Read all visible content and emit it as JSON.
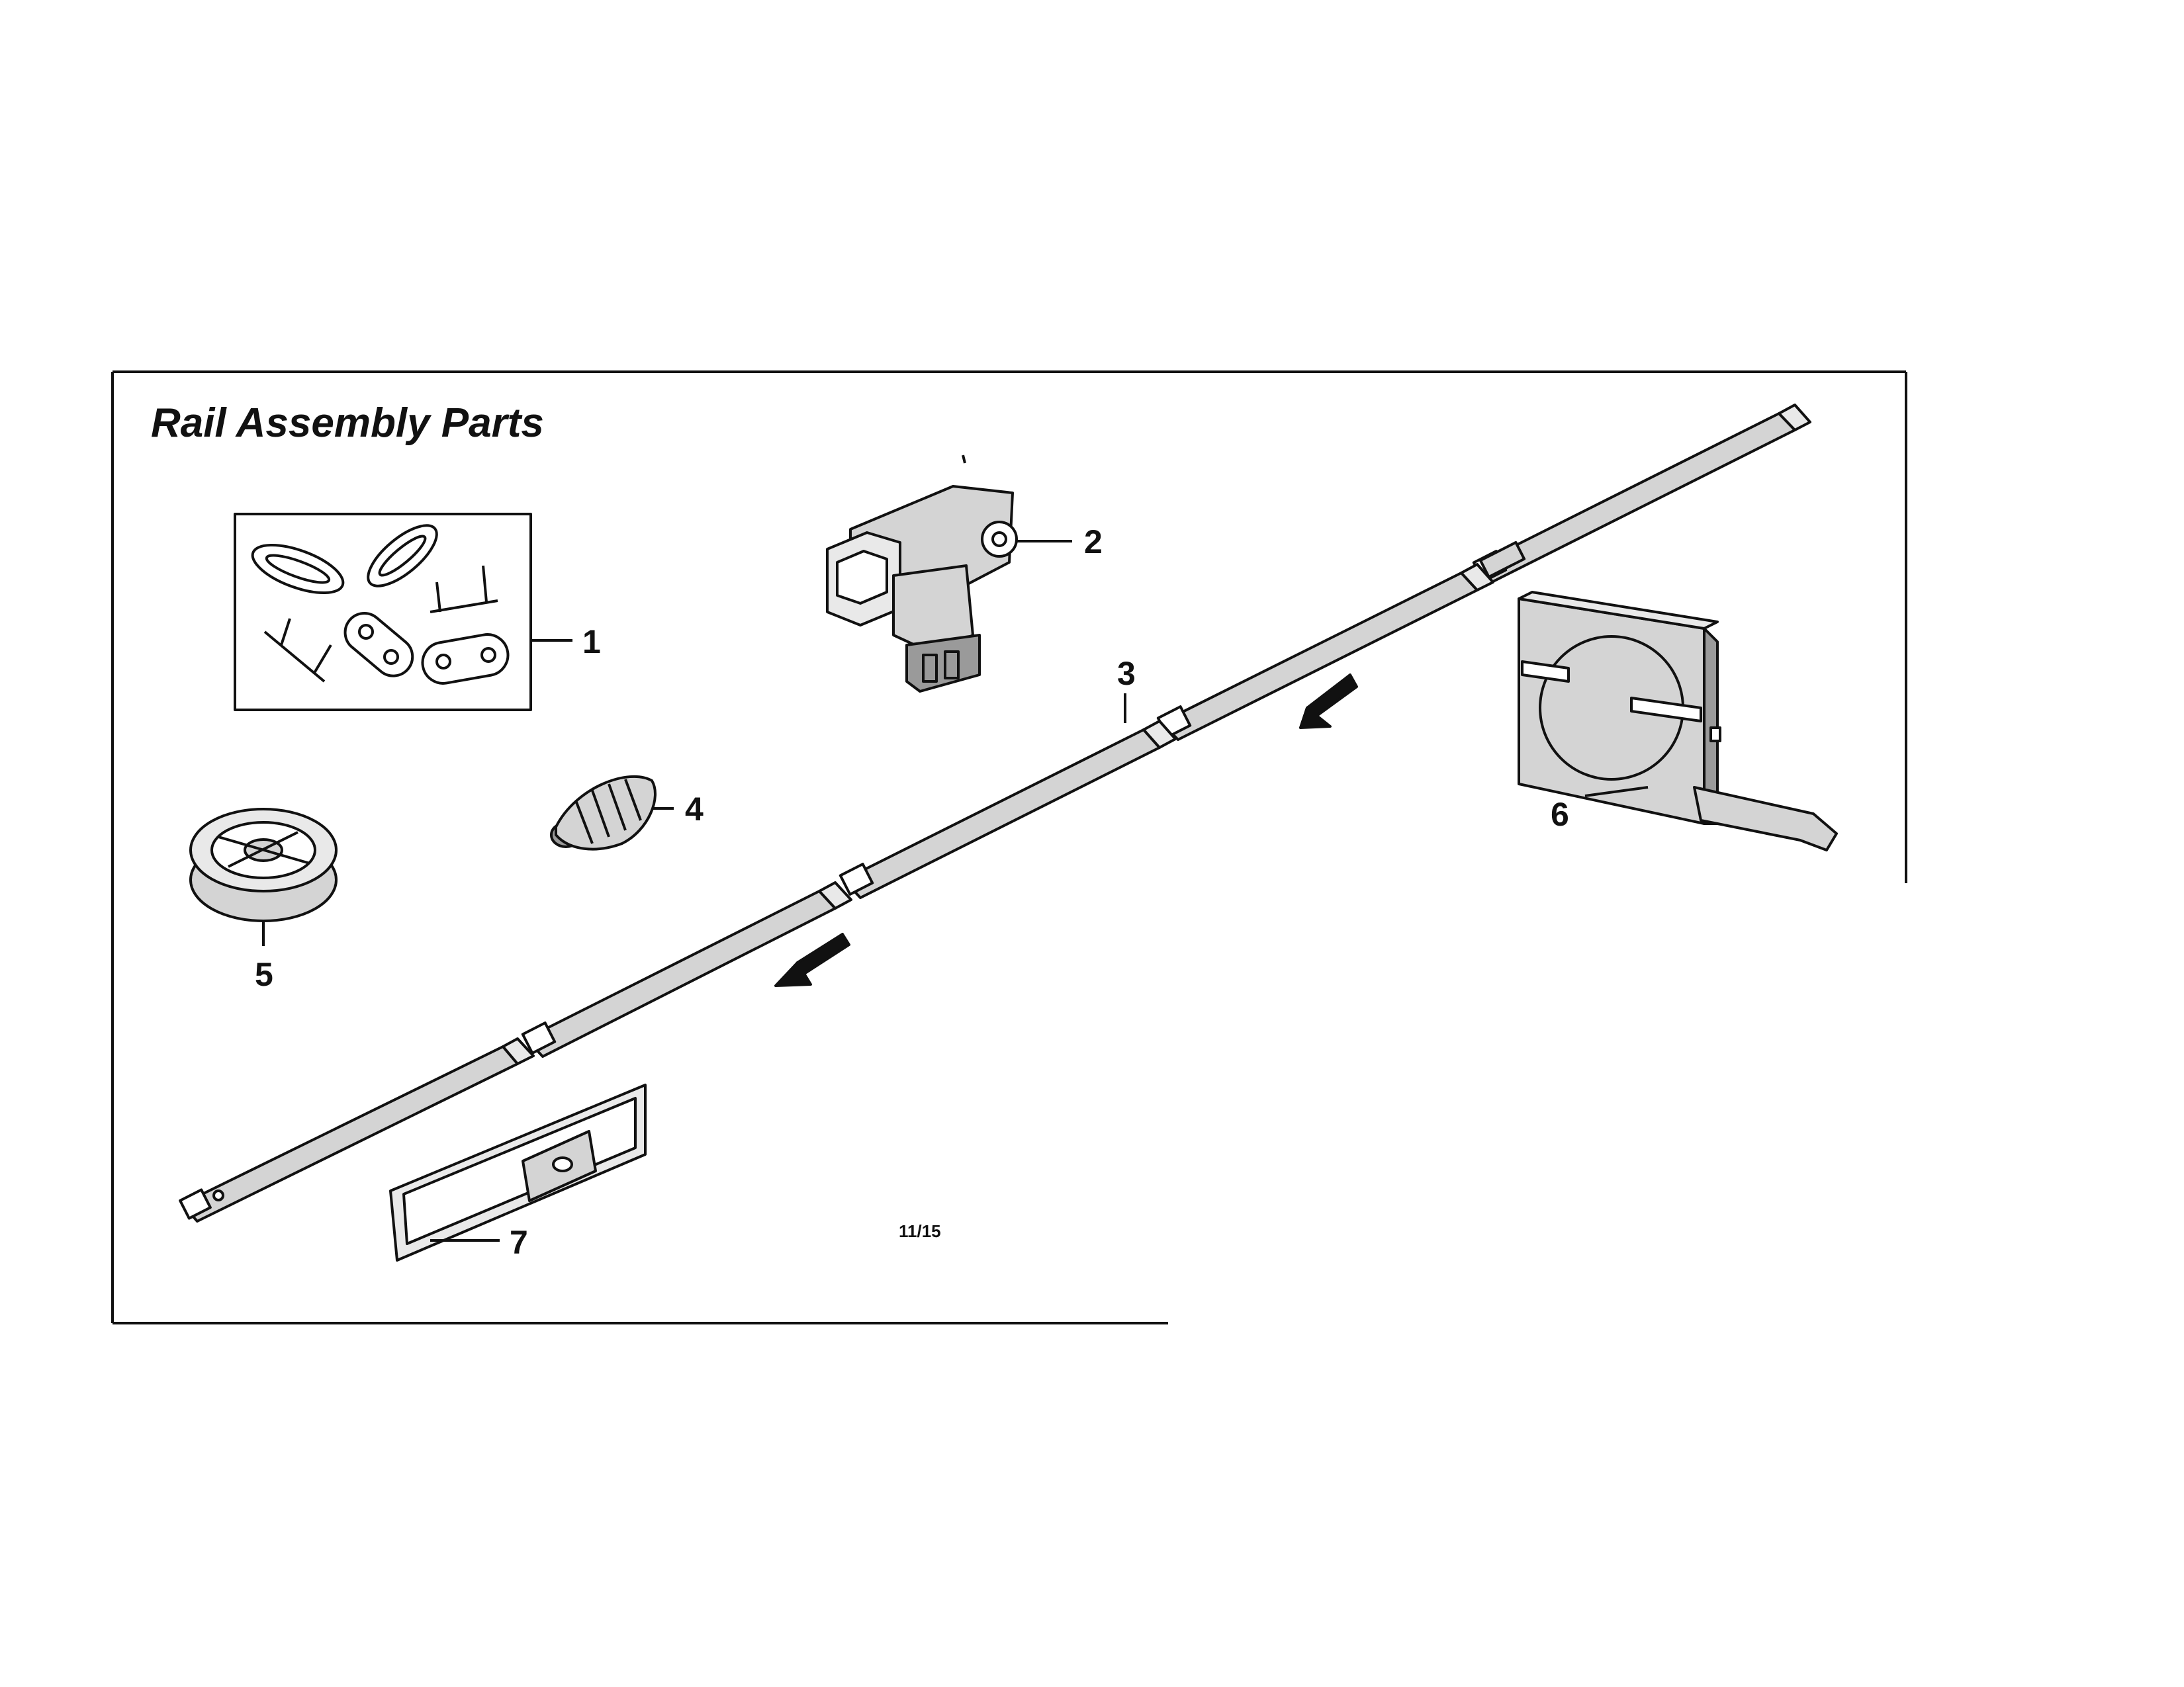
{
  "diagram": {
    "title": "Rail Assembly Parts",
    "page_number": "11/15",
    "callouts": {
      "part1": "1",
      "part2": "2",
      "part3": "3",
      "part4": "4",
      "part5": "5",
      "part6": "6",
      "part7": "7"
    }
  }
}
